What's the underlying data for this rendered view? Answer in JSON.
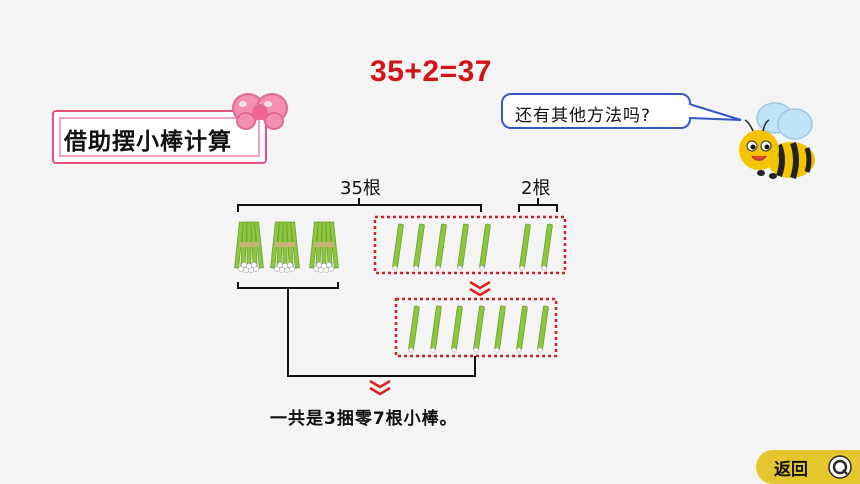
{
  "equation": "35+2=37",
  "title": "借助摆小棒计算",
  "speech_bubble": "还有其他方法吗?",
  "labels": {
    "group_35": "35根",
    "group_2": "2根"
  },
  "bundles": 3,
  "loose_sticks_top": 7,
  "loose_sticks_bottom": 7,
  "summary": "一共是3捆零7根小棒。",
  "back_button": "返回",
  "colors": {
    "equation": "#d3131a",
    "stick": "#8dc63f",
    "dashed_box": "#d12027",
    "arrow": "#e02020",
    "bubble_border": "#3757c7",
    "back_button": "#e5c62e"
  },
  "icons": [
    "bow-icon",
    "bee-icon",
    "back-circle-icon"
  ]
}
